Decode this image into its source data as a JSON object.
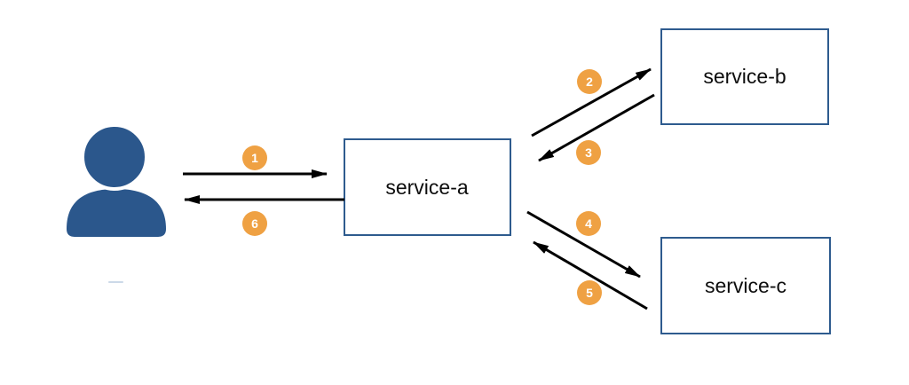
{
  "diagram": {
    "title": "service call sequence diagram",
    "colors": {
      "box_border": "#2e5b8e",
      "actor_fill": "#2b578c",
      "badge_fill": "#efa143",
      "badge_text": "#ffffff",
      "arrow": "#000000"
    },
    "actor": {
      "id": "user",
      "label": ""
    },
    "nodes": [
      {
        "id": "service-a",
        "label": "service-a"
      },
      {
        "id": "service-b",
        "label": "service-b"
      },
      {
        "id": "service-c",
        "label": "service-c"
      }
    ],
    "arrows": [
      {
        "badge": "1",
        "from": "user",
        "to": "service-a"
      },
      {
        "badge": "2",
        "from": "service-a",
        "to": "service-b"
      },
      {
        "badge": "3",
        "from": "service-b",
        "to": "service-a"
      },
      {
        "badge": "4",
        "from": "service-a",
        "to": "service-c"
      },
      {
        "badge": "5",
        "from": "service-c",
        "to": "service-a"
      },
      {
        "badge": "6",
        "from": "service-a",
        "to": "user"
      }
    ]
  }
}
